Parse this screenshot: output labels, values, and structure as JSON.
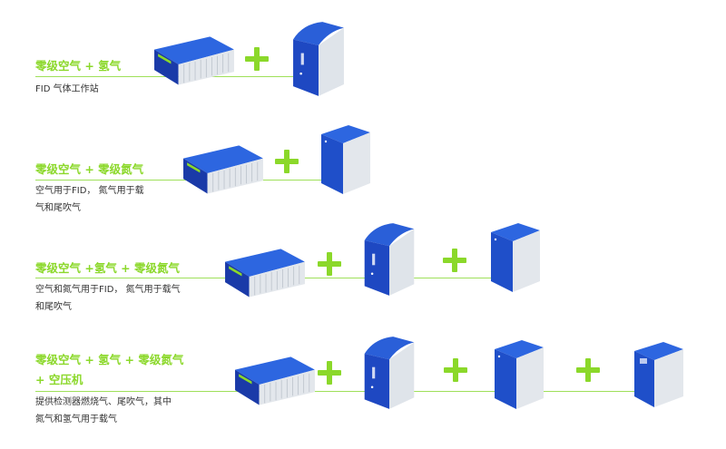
{
  "rows": [
    {
      "title": "零级空气 + 氢气",
      "desc": [
        "FID 气体工作站"
      ]
    },
    {
      "title": "零级空气 + 零级氮气",
      "desc": [
        "空气用于FID， 氮气用于载",
        "气和尾吹气"
      ]
    },
    {
      "title": "零级空气 +氢气 + 零级氮气",
      "desc": [
        "空气和氮气用于FID， 氮气用于载气",
        "和尾吹气"
      ]
    },
    {
      "title": "零级空气 + 氢气 + 零级氮气",
      "title2": "+ 空压机",
      "desc": [
        "提供检测器燃烧气、尾吹气，其中",
        "氮气和氢气用于载气"
      ]
    }
  ],
  "colors": {
    "accent": "#8bd82a",
    "device_blue": "#1f4fc9",
    "device_gray": "#c9d0d8"
  },
  "icons": [
    "plus-icon",
    "air-generator-device",
    "hydrogen-generator-device",
    "nitrogen-generator-device",
    "air-compressor-device"
  ]
}
